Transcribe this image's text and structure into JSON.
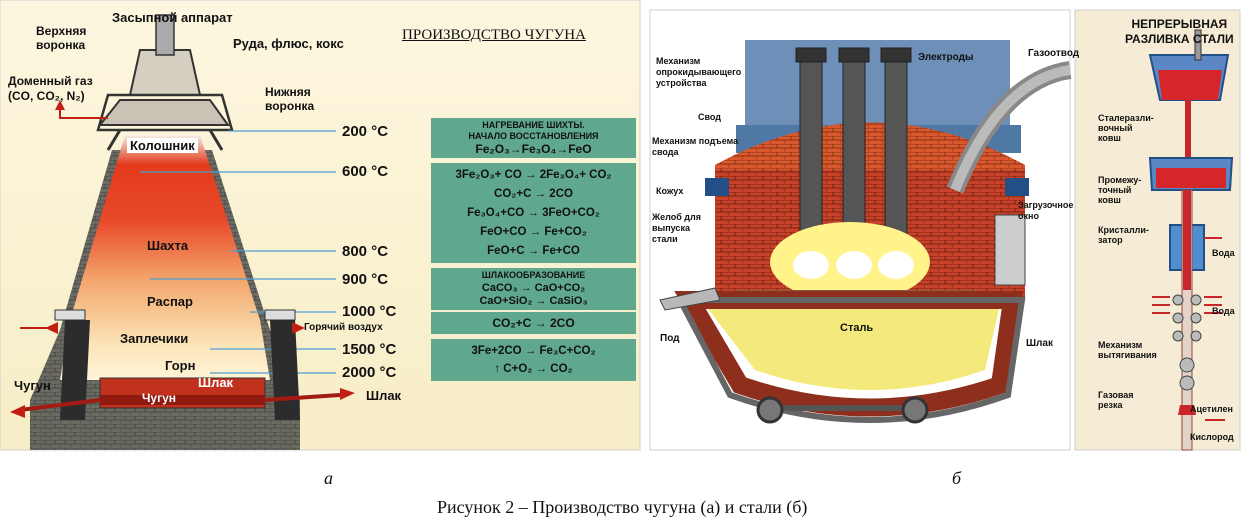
{
  "panel_a": {
    "title": "ПРОИЗВОДСТВО ЧУГУНА",
    "labels": {
      "charger": "Засыпной аппарат",
      "upper_funnel_1": "Верхняя",
      "upper_funnel_2": "воронка",
      "ore": "Руда, флюс, кокс",
      "gas_1": "Доменный газ",
      "gas_2": "(CO, CO₂, N₂)",
      "lower_funnel_1": "Нижняя",
      "lower_funnel_2": "воронка",
      "top": "Колошник",
      "shaft": "Шахта",
      "bosh": "Распар",
      "shoulders": "Заплечики",
      "hot_air": "Горячий воздух",
      "hearth": "Горн",
      "slag_inner": "Шлак",
      "iron_inner": "Чугун",
      "iron_out": "Чугун",
      "slag_out": "Шлак"
    },
    "temperatures": [
      "200 °C",
      "600 °C",
      "800 °C",
      "900 °C",
      "1000 °C",
      "1500 °C",
      "2000 °C"
    ],
    "reaction_boxes": [
      [
        "НАГРЕВАНИЕ ШИХТЫ.",
        "НАЧАЛО ВОССТАНОВЛЕНИЯ",
        "Fe₂O₃→Fe₃O₄→FeO"
      ],
      [
        "3Fe₂O₃+ CO → 2Fe₃O₄+ CO₂",
        "CO₂+C → 2CO",
        "Fe₃O₄+CO → 3FeO+CO₂",
        "FeO+CO → Fe+CO₂",
        "FeO+C → Fe+CO"
      ],
      [
        "ШЛАКООБРАЗОВАНИЕ",
        "CaCO₃ → CaO+CO₂",
        "CaO+SiO₂ → CaSiO₃"
      ],
      [
        "CO₂+C → 2CO"
      ],
      [
        "3Fe+2CO → Fe₃C+CO₂",
        "↑ C+O₂ → CO₂"
      ]
    ]
  },
  "panel_b": {
    "labels": {
      "tilt_1": "Механизм",
      "tilt_2": "опрокидывающего",
      "tilt_3": "устройства",
      "roof": "Свод",
      "electrodes": "Электроды",
      "gas_outlet": "Газоотвод",
      "lift_1": "Механизм подъема",
      "lift_2": "свода",
      "casing": "Кожух",
      "spout_1": "Желоб для",
      "spout_2": "выпуска",
      "spout_3": "стали",
      "door_1": "Загрузочное",
      "door_2": "окно",
      "hearth": "Под",
      "steel": "Сталь",
      "slag": "Шлак"
    }
  },
  "panel_c": {
    "title_1": "НЕПРЕРЫВНАЯ",
    "title_2": "РАЗЛИВКА СТАЛИ",
    "labels": {
      "ladle_1": "Сталеразли-",
      "ladle_2": "вочный",
      "ladle_3": "ковш",
      "tundish_1": "Промежу-",
      "tundish_2": "точный",
      "tundish_3": "ковш",
      "mold_1": "Кристалли-",
      "mold_2": "затор",
      "water_1": "Вода",
      "water_2": "Вода",
      "pull_1": "Механизм",
      "pull_2": "вытягивания",
      "cut_1": "Газовая",
      "cut_2": "резка",
      "acetylene": "Ацетилен",
      "oxygen": "Кислород"
    }
  },
  "captions": {
    "a": "а",
    "b": "б",
    "figure": "Рисунок 2 – Производство чугуна (а) и стали (б)"
  }
}
